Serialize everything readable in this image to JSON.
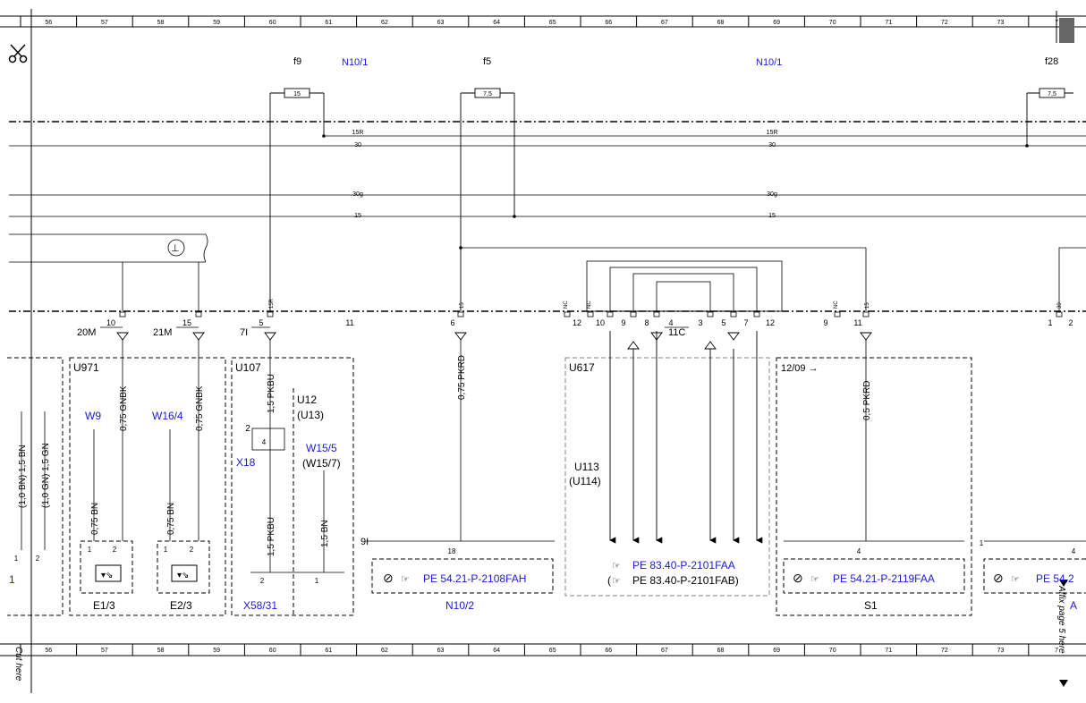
{
  "ruler": {
    "columns": [
      "56",
      "57",
      "58",
      "59",
      "60",
      "61",
      "62",
      "63",
      "64",
      "65",
      "66",
      "67",
      "68",
      "69",
      "70",
      "71",
      "72",
      "73",
      "7"
    ]
  },
  "fuses": [
    {
      "name": "f9",
      "rating": "15"
    },
    {
      "name": "f5",
      "rating": "7,5"
    },
    {
      "name": "f28",
      "rating": "7,5"
    }
  ],
  "fusebox_labels": [
    "N10/1",
    "N10/1"
  ],
  "bus_lines": {
    "15R_a": "15R",
    "15R_b": "15R",
    "30_a": "30",
    "30_b": "30",
    "30g_a": "30g",
    "30g_b": "30g",
    "15_a": "15",
    "15_b": "15"
  },
  "connector_pins": {
    "p10": "10",
    "p15": "15",
    "p5": "5",
    "p11a": "11",
    "p6": "6",
    "p12a": "12",
    "p10b": "10",
    "p9a": "9",
    "p8": "8",
    "p4": "4",
    "p3": "3",
    "p5b": "5",
    "p7": "7",
    "p12b": "12",
    "p9b": "9",
    "p11b": "11",
    "p1": "1",
    "p2": "2"
  },
  "pin_tags": {
    "nc1": "NC",
    "nc2": "NC",
    "nc3": "NC",
    "t15r": "15R",
    "t15a": "15",
    "t15b": "15",
    "t30": "30"
  },
  "connector_ids": {
    "c20m": "20M",
    "c21m": "21M",
    "c7i": "7I",
    "c11c": "11C",
    "c9i": "9I"
  },
  "wires": {
    "w1": "0,75 GNBK",
    "w2": "0,75 GNBK",
    "w3": "1,5 PKBU",
    "w4": "1,5 PKBU",
    "w5": "0,75 PKRD",
    "w6": "0,5 PKRD",
    "w7": "0,75 BN",
    "w8": "0,75 BN",
    "w9": "1,5 BN",
    "w10": "(1,0 BN) 1,5 BN",
    "w11": "(1,0 GN) 1,5 GN"
  },
  "components": {
    "u971": "U971",
    "u107": "U107",
    "u12": "U12",
    "u13": "(U13)",
    "u617": "U617",
    "u113": "U113",
    "u114": "(U114)",
    "s1_tag": "12/09 →",
    "w9": "W9",
    "w16_4": "W16/4",
    "w15_5": "W15/5",
    "w15_7": "(W15/7)",
    "x18": "X18",
    "x58_31": "X58/31",
    "e1_3": "E1/3",
    "e2_3": "E2/3",
    "n10_2": "N10/2",
    "s1": "S1",
    "a": "A",
    "one": "1"
  },
  "small_pins": {
    "e1_1": "1",
    "e1_2": "2",
    "e2_1": "1",
    "e2_2": "2",
    "x18_2": "2",
    "x18_4": "4",
    "x58_2": "2",
    "x58_1": "1",
    "n10_18": "18",
    "s1_4": "4",
    "a_1": "1",
    "a_4": "4",
    "l_1": "1",
    "l_2": "2"
  },
  "references": {
    "pe1": "PE 54.21-P-2108FAH",
    "pe2": "PE 83.40-P-2101FAA",
    "pe3_pre": "(",
    "pe3": "PE 83.40-P-2101FAB)",
    "pe4": "PE 54.21-P-2119FAA",
    "pe5": "PE 54.2"
  },
  "margin": {
    "cut_here": "Cut here",
    "affix_here": "Affix page 5 here"
  },
  "colors": {
    "link": "#1a1adc",
    "line": "#000000",
    "dashed_box": "#808080"
  }
}
